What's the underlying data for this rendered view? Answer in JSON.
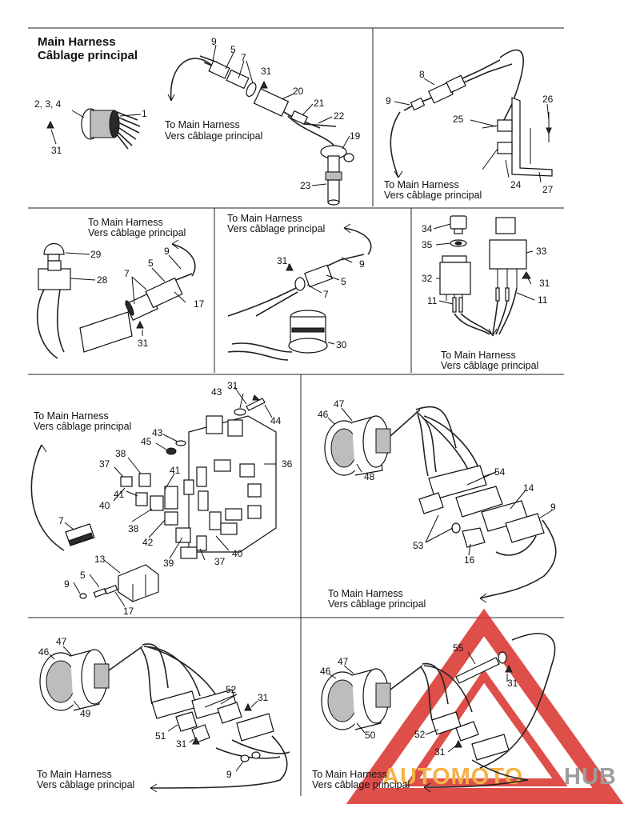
{
  "title": {
    "line1": "Main Harness",
    "line2": "Câblage principal"
  },
  "captions": {
    "en": "To Main Harness",
    "fr": "Vers câblage principal"
  },
  "watermark": {
    "text_a": "AUTOMOTO",
    "text_b": "HUB",
    "colors": {
      "red": "#d9312b",
      "orange": "#f4a52a",
      "grey": "#8c8c8c"
    }
  },
  "panels": {
    "p1": {
      "labels": [
        "2, 3, 4",
        "1",
        "31",
        "9",
        "5",
        "7",
        "31",
        "20",
        "21",
        "22",
        "19",
        "23"
      ]
    },
    "p2": {
      "labels": [
        "8",
        "9",
        "25",
        "26",
        "24",
        "27"
      ]
    },
    "p3": {
      "labels": [
        "29",
        "28",
        "9",
        "5",
        "7",
        "17",
        "31"
      ]
    },
    "p4": {
      "labels": [
        "31",
        "9",
        "5",
        "7",
        "30"
      ]
    },
    "p5": {
      "labels": [
        "34",
        "35",
        "33",
        "32",
        "31",
        "11",
        "11"
      ]
    },
    "p6": {
      "labels": [
        "43",
        "31",
        "44",
        "43",
        "45",
        "36",
        "38",
        "37",
        "41",
        "40",
        "41",
        "38",
        "42",
        "7",
        "39",
        "37",
        "40",
        "13",
        "5",
        "9",
        "17"
      ]
    },
    "p7": {
      "labels": [
        "47",
        "46",
        "48",
        "54",
        "14",
        "9",
        "53",
        "16"
      ]
    },
    "p8": {
      "labels": [
        "47",
        "46",
        "49",
        "52",
        "31",
        "51",
        "31",
        "9"
      ]
    },
    "p9": {
      "labels": [
        "55",
        "47",
        "46",
        "31",
        "50",
        "52",
        "31"
      ]
    }
  }
}
